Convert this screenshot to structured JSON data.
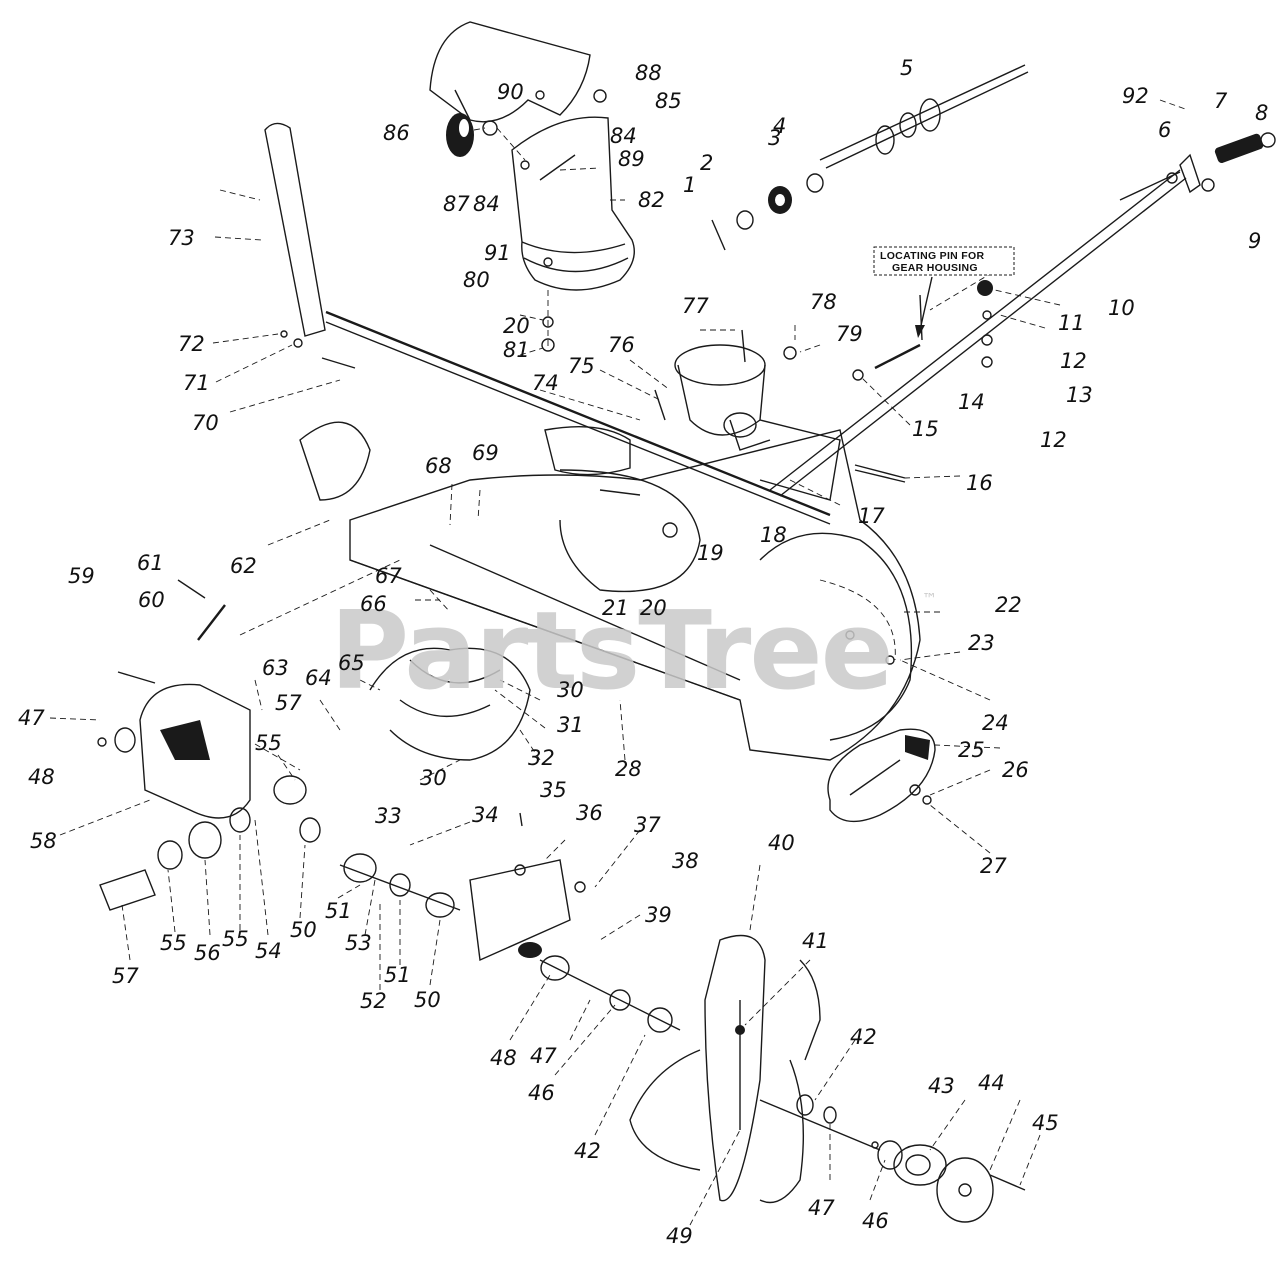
{
  "diagram": {
    "note_lines": [
      "LOCATING PIN FOR",
      "GEAR HOUSING"
    ],
    "watermark": "PartsTree",
    "trademark": "™",
    "callouts": [
      {
        "text": "1"
      },
      {
        "text": "2"
      },
      {
        "text": "3"
      },
      {
        "text": "4"
      },
      {
        "text": "5"
      },
      {
        "text": "6"
      },
      {
        "text": "7"
      },
      {
        "text": "8"
      },
      {
        "text": "9"
      },
      {
        "text": "10"
      },
      {
        "text": "11"
      },
      {
        "text": "12"
      },
      {
        "text": "13"
      },
      {
        "text": "12"
      },
      {
        "text": "14"
      },
      {
        "text": "15"
      },
      {
        "text": "16"
      },
      {
        "text": "17"
      },
      {
        "text": "18"
      },
      {
        "text": "19"
      },
      {
        "text": "20"
      },
      {
        "text": "21"
      },
      {
        "text": "20"
      },
      {
        "text": "22"
      },
      {
        "text": "23"
      },
      {
        "text": "24"
      },
      {
        "text": "25"
      },
      {
        "text": "26"
      },
      {
        "text": "27"
      },
      {
        "text": "28"
      },
      {
        "text": "30"
      },
      {
        "text": "31"
      },
      {
        "text": "32"
      },
      {
        "text": "30"
      },
      {
        "text": "33"
      },
      {
        "text": "34"
      },
      {
        "text": "35"
      },
      {
        "text": "36"
      },
      {
        "text": "37"
      },
      {
        "text": "38"
      },
      {
        "text": "39"
      },
      {
        "text": "40"
      },
      {
        "text": "41"
      },
      {
        "text": "42"
      },
      {
        "text": "42"
      },
      {
        "text": "43"
      },
      {
        "text": "44"
      },
      {
        "text": "45"
      },
      {
        "text": "46"
      },
      {
        "text": "47"
      },
      {
        "text": "46"
      },
      {
        "text": "47"
      },
      {
        "text": "48"
      },
      {
        "text": "49"
      },
      {
        "text": "47"
      },
      {
        "text": "48"
      },
      {
        "text": "50"
      },
      {
        "text": "51"
      },
      {
        "text": "52"
      },
      {
        "text": "53"
      },
      {
        "text": "51"
      },
      {
        "text": "50"
      },
      {
        "text": "54"
      },
      {
        "text": "55"
      },
      {
        "text": "56"
      },
      {
        "text": "55"
      },
      {
        "text": "57"
      },
      {
        "text": "58"
      },
      {
        "text": "55"
      },
      {
        "text": "57"
      },
      {
        "text": "59"
      },
      {
        "text": "60"
      },
      {
        "text": "61"
      },
      {
        "text": "62"
      },
      {
        "text": "63"
      },
      {
        "text": "64"
      },
      {
        "text": "65"
      },
      {
        "text": "66"
      },
      {
        "text": "67"
      },
      {
        "text": "68"
      },
      {
        "text": "69"
      },
      {
        "text": "70"
      },
      {
        "text": "71"
      },
      {
        "text": "72"
      },
      {
        "text": "73"
      },
      {
        "text": "74"
      },
      {
        "text": "75"
      },
      {
        "text": "76"
      },
      {
        "text": "77"
      },
      {
        "text": "78"
      },
      {
        "text": "79"
      },
      {
        "text": "80"
      },
      {
        "text": "81"
      },
      {
        "text": "20"
      },
      {
        "text": "82"
      },
      {
        "text": "84"
      },
      {
        "text": "89"
      },
      {
        "text": "84"
      },
      {
        "text": "87"
      },
      {
        "text": "86"
      },
      {
        "text": "88"
      },
      {
        "text": "85"
      },
      {
        "text": "90"
      },
      {
        "text": "91"
      },
      {
        "text": "92"
      }
    ]
  }
}
